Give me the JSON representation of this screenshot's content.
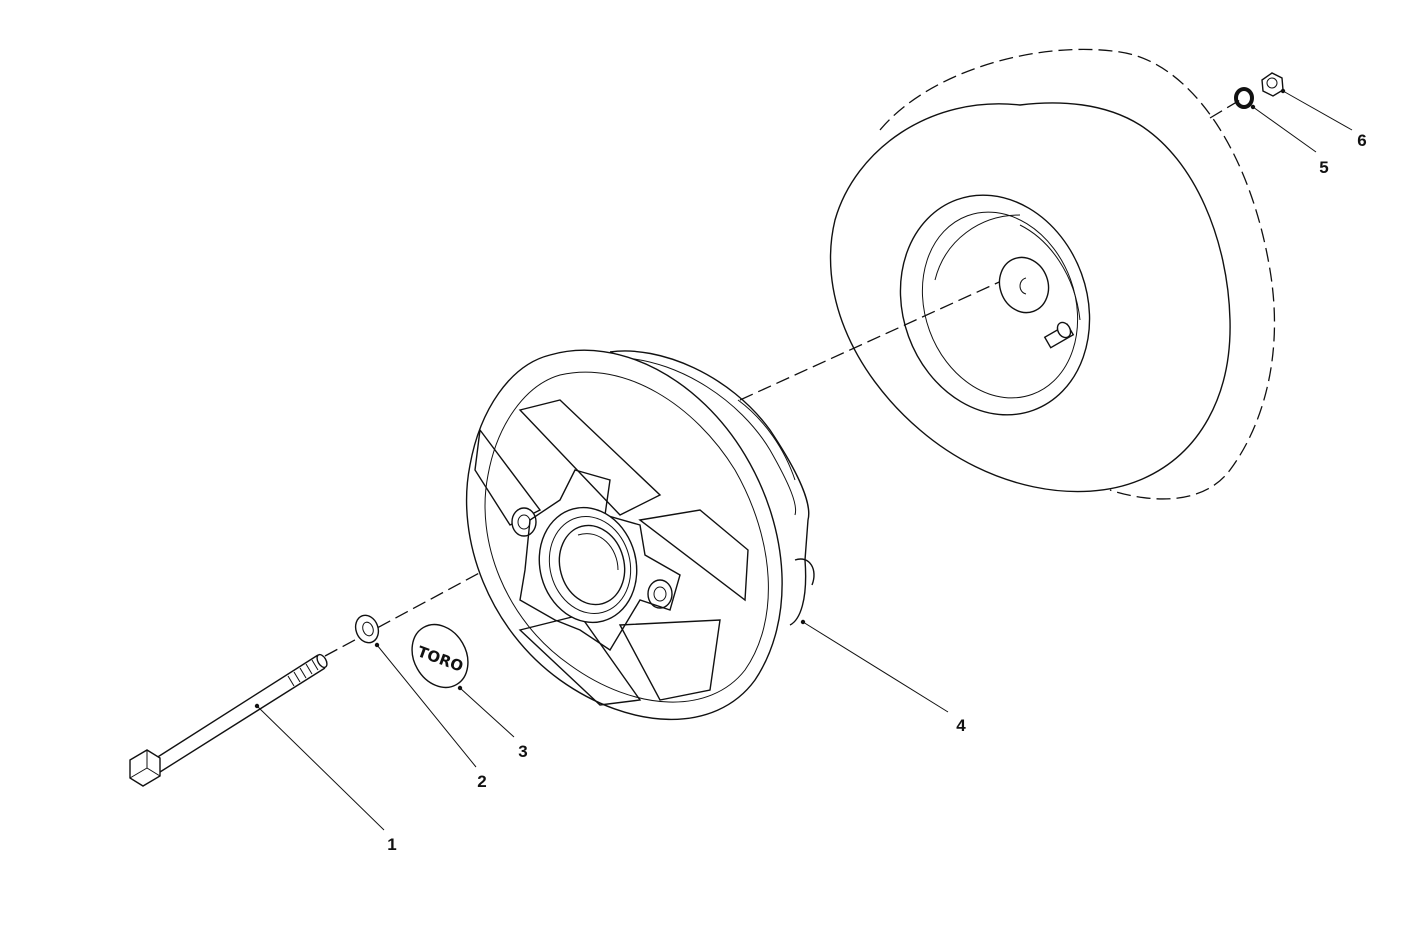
{
  "diagram": {
    "callouts": {
      "bolt": "1",
      "washer": "2",
      "hub_cap": "3",
      "wheel_weight": "4",
      "lock_washer": "5",
      "nut": "6"
    },
    "hub_cap_logo": "TORO",
    "colors": {
      "line": "#111111",
      "background": "#ffffff"
    }
  }
}
